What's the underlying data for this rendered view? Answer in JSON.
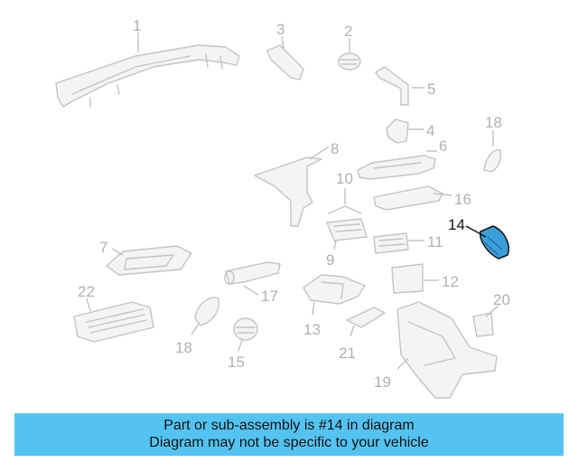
{
  "diagram": {
    "callouts": [
      "1",
      "2",
      "3",
      "4",
      "5",
      "6",
      "7",
      "8",
      "9",
      "10",
      "11",
      "12",
      "13",
      "14",
      "15",
      "16",
      "17",
      "18",
      "18",
      "19",
      "20",
      "21",
      "22"
    ],
    "highlighted_callout": "14",
    "highlight_color": "#3a9fd8"
  },
  "banner": {
    "line1": "Part or sub-assembly is #14 in diagram",
    "line2": "Diagram may not be specific to your vehicle",
    "background": "#55c3f2"
  }
}
